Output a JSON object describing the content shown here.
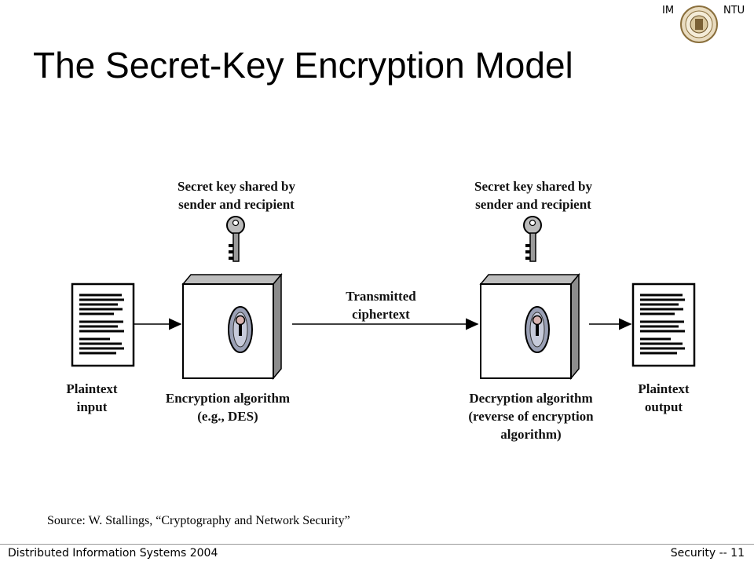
{
  "slide": {
    "title": "The Secret-Key Encryption Model",
    "header_left": "IM",
    "header_right": "NTU",
    "source": "Source: W. Stallings, “Cryptography and Network Security”",
    "footer_left": "Distributed Information Systems 2004",
    "footer_right": "Security -- 11"
  },
  "diagram": {
    "key_label_left": [
      "Secret key shared by",
      "sender and recipient"
    ],
    "key_label_right": [
      "Secret key shared by",
      "sender and recipient"
    ],
    "transmitted": [
      "Transmitted",
      "ciphertext"
    ],
    "plaintext_input": [
      "Plaintext",
      "input"
    ],
    "encryption": [
      "Encryption algorithm",
      "(e.g., DES)"
    ],
    "decryption": [
      "Decryption algorithm",
      "(reverse of encryption",
      "algorithm)"
    ],
    "plaintext_output": [
      "Plaintext",
      "output"
    ]
  }
}
